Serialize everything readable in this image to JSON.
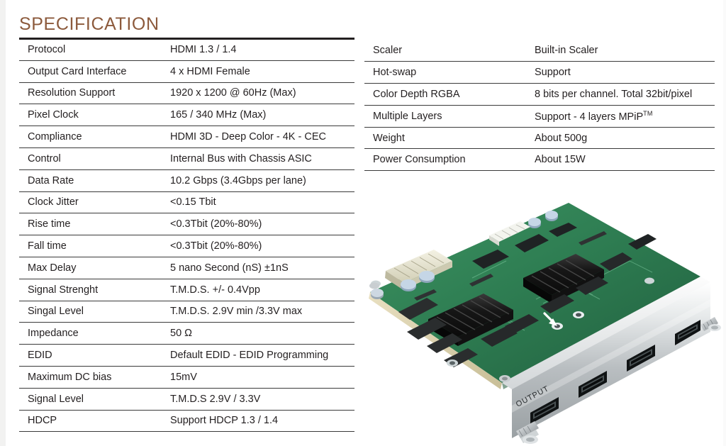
{
  "document": {
    "title": "SPECIFICATION",
    "title_color": "#8c5a3c",
    "rule_color": "#231f20",
    "background": "#ffffff"
  },
  "left_table": {
    "rows": [
      {
        "key": "Protocol",
        "value": "HDMI 1.3 / 1.4"
      },
      {
        "key": "Output Card Interface",
        "value": "4 x HDMI Female"
      },
      {
        "key": "Resolution Support",
        "value": "1920 x 1200 @ 60Hz (Max)"
      },
      {
        "key": "Pixel Clock",
        "value": "165 / 340 MHz (Max)"
      },
      {
        "key": "Compliance",
        "value": "HDMI 3D - Deep Color - 4K - CEC"
      },
      {
        "key": "Control",
        "value": "Internal Bus with Chassis ASIC"
      },
      {
        "key": "Data Rate",
        "value": "10.2 Gbps (3.4Gbps per lane)"
      },
      {
        "key": "Clock Jitter",
        "value": "<0.15 Tbit"
      },
      {
        "key": "Rise time",
        "value": "<0.3Tbit (20%-80%)"
      },
      {
        "key": "Fall time",
        "value": "<0.3Tbit (20%-80%)"
      },
      {
        "key": "Max Delay",
        "value": "5 nano Second (nS) ±1nS"
      },
      {
        "key": "Signal Strenght",
        "value": "T.M.D.S. +/- 0.4Vpp"
      },
      {
        "key": "Singal Level",
        "value": "T.M.D.S. 2.9V min /3.3V max"
      },
      {
        "key": "Impedance",
        "value": "50 Ω"
      },
      {
        "key": "EDID",
        "value": "Default EDID - EDID Programming"
      },
      {
        "key": "Maximum DC bias",
        "value": "15mV"
      },
      {
        "key": "Signal Level",
        "value": "T.M.D.S 2.9V / 3.3V"
      },
      {
        "key": "HDCP",
        "value": "Support HDCP 1.3 / 1.4"
      }
    ]
  },
  "right_table": {
    "rows": [
      {
        "key": "Scaler",
        "value": "Built-in Scaler"
      },
      {
        "key": "Hot-swap",
        "value": "Support"
      },
      {
        "key": "Color Depth RGBA",
        "value": "8 bits per channel. Total 32bit/pixel"
      },
      {
        "key": "Multiple Layers",
        "value": "Support - 4 layers MPiP",
        "superscript": "TM"
      },
      {
        "key": "Weight",
        "value": "About 500g"
      },
      {
        "key": "Power Consumption",
        "value": "About 15W"
      }
    ]
  },
  "product_photo": {
    "alt": "HDMI output card - green PCB with silver faceplate",
    "faceplate_label": "OUTPUT",
    "pcb_color": "#2e7d52",
    "faceplate_color": "#c8ccce",
    "heatsink_color": "#1c1c1c",
    "hdmi_port_count": 4
  }
}
